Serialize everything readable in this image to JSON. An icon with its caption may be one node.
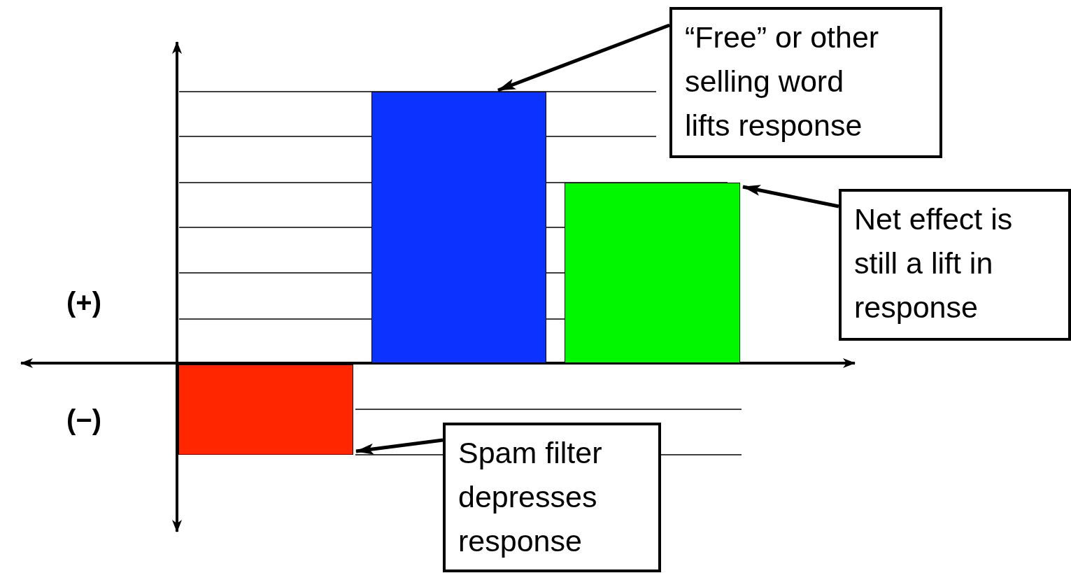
{
  "diagram": {
    "nodes": [
      {
        "text": [
          "“Free” or other selling word lifts response"
        ]
      },
      {
        "text": [
          "Net effect is still a lift in response"
        ]
      },
      {
        "text": [
          "Spam filter depresses response"
        ]
      },
      {
        "text": [],
        "shape": "bar"
      },
      {
        "text": [],
        "shape": "bar"
      },
      {
        "text": [],
        "shape": "bar"
      }
    ],
    "edges": [
      {
        "from": 0,
        "to": 3,
        "arrow": "to"
      },
      {
        "from": 1,
        "to": 4,
        "arrow": "to"
      },
      {
        "from": 2,
        "to": 5,
        "arrow": "to"
      }
    ],
    "labels": [
      "(+)",
      "(−)"
    ]
  }
}
